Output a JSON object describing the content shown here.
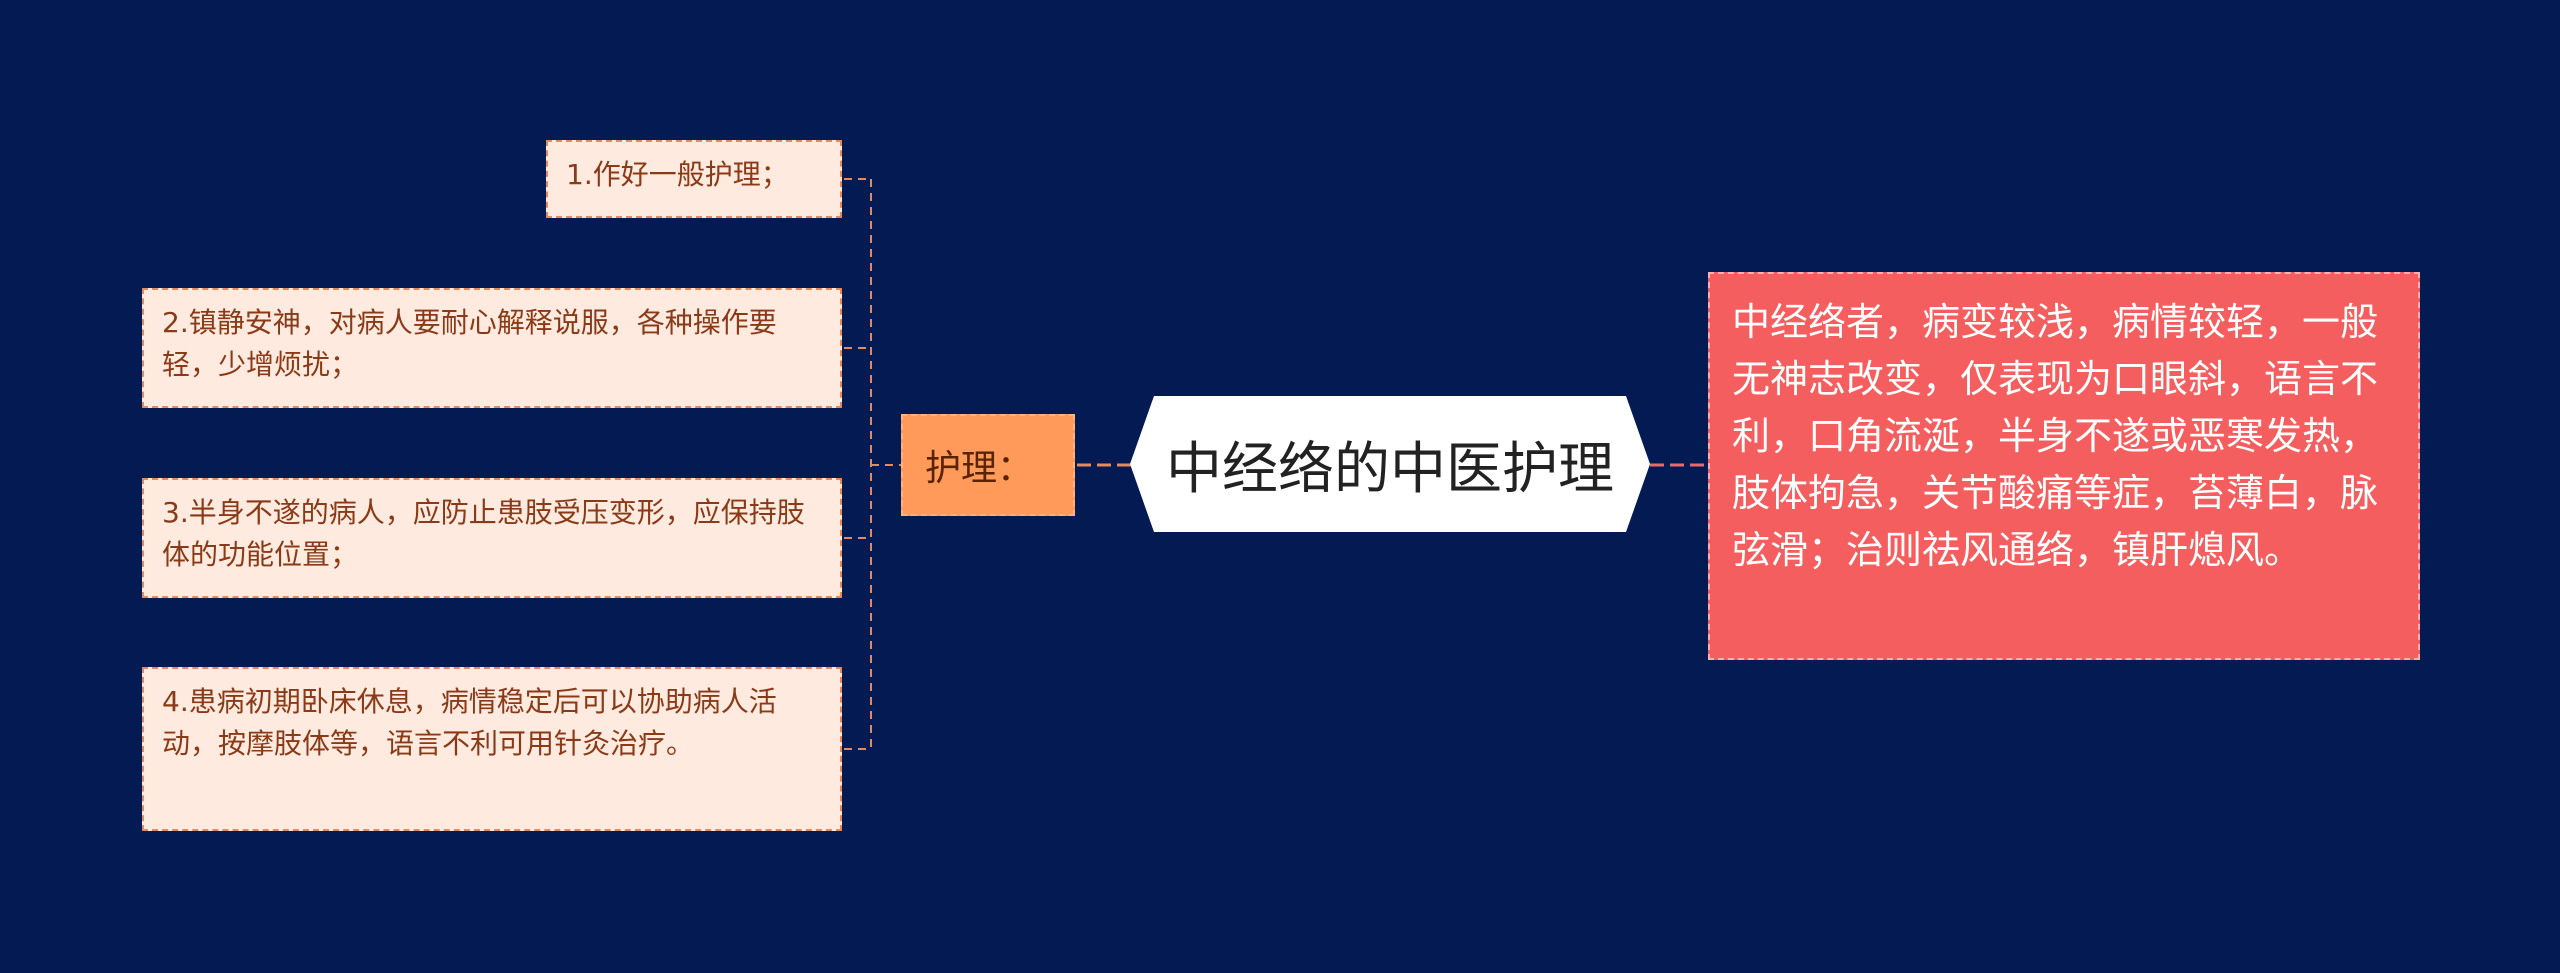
{
  "mindmap": {
    "center": {
      "title": "中经络的中医护理"
    },
    "branch": {
      "label": "护理："
    },
    "children": [
      {
        "label": "1.作好一般护理；"
      },
      {
        "label": "2.镇静安神，对病人要耐心解释说服，各种操作要轻，少增烦扰；"
      },
      {
        "label": "3.半身不遂的病人，应防止患肢受压变形，应保持肢体的功能位置；"
      },
      {
        "label": "4.患病初期卧床休息，病情稳定后可以协助病人活动，按摩肢体等，语言不利可用针灸治疗。"
      }
    ],
    "detail": {
      "text": "中经络者，病变较浅，病情较轻，一般无神志改变，仅表现为口眼斜，语言不利，口角流涎，半身不遂或恶寒发热，肢体拘急，关节酸痛等症，苔薄白，脉弦滑；治则祛风通络，镇肝熄风。"
    }
  },
  "colors": {
    "background": "#031a52",
    "leaf_fill": "#ffeae0",
    "leaf_text": "#8a3a16",
    "branch_fill": "#ff9a5a",
    "detail_fill": "#f55e5e",
    "center_fill": "#ffffff",
    "left_connector": "#e58a5c",
    "right_connector": "#e86a6a"
  }
}
